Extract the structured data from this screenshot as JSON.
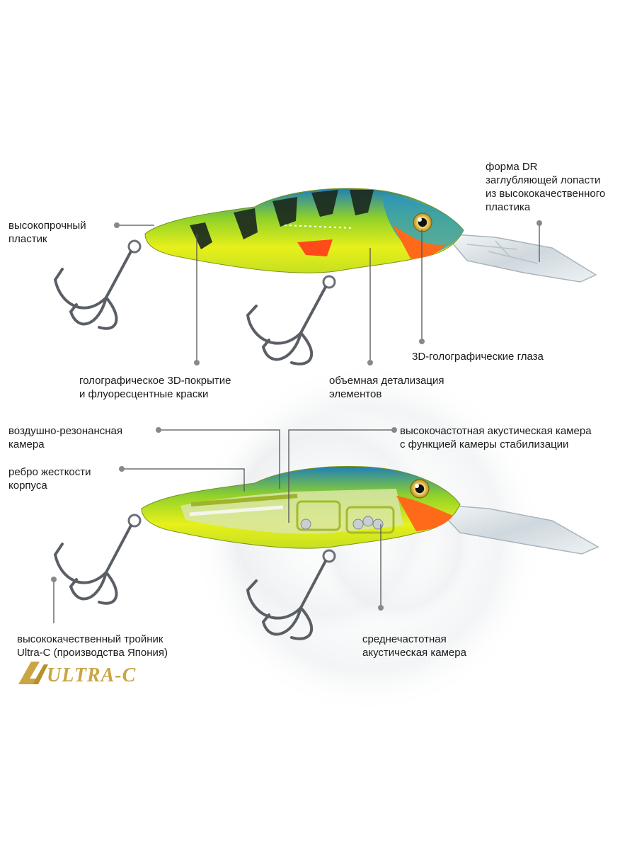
{
  "annotations": {
    "top": {
      "plastic": [
        "высокопрочный",
        "пластик"
      ],
      "lip": [
        "форма DR",
        "заглубляющей лопасти",
        "из высококачественного",
        "пластика"
      ],
      "coating": [
        "голографическое 3D-покрытие",
        "и флуоресцентные краски"
      ],
      "detail": [
        "объемная детализация",
        "элементов"
      ],
      "eyes": [
        "3D-голографические глаза"
      ]
    },
    "bottom": {
      "air_chamber": [
        "воздушно-резонансная",
        "камера"
      ],
      "rib": [
        "ребро жесткости",
        "корпуса"
      ],
      "hf_chamber": [
        "высокочастотная акустическая камера",
        "с функцией камеры стабилизации"
      ],
      "hook": [
        "высококачественный тройник",
        "Ultra-C (производства Япония)"
      ],
      "mf_chamber": [
        "среднечастотная",
        "акустическая камера"
      ]
    }
  },
  "logo": {
    "text": "ULTRA-C"
  },
  "colors": {
    "body_green": "#c6e021",
    "body_yellow": "#e7f01a",
    "back_blue": "#1f7fb8",
    "stripe_dark": "#1c2a1f",
    "fin_red": "#ff4a1a",
    "eye_gold": "#e8c23a",
    "lip_clear": "#dfe6ea",
    "hook_metal": "#5a5f66",
    "leader_line": "#555555",
    "logo_gold": "#c9a545"
  }
}
